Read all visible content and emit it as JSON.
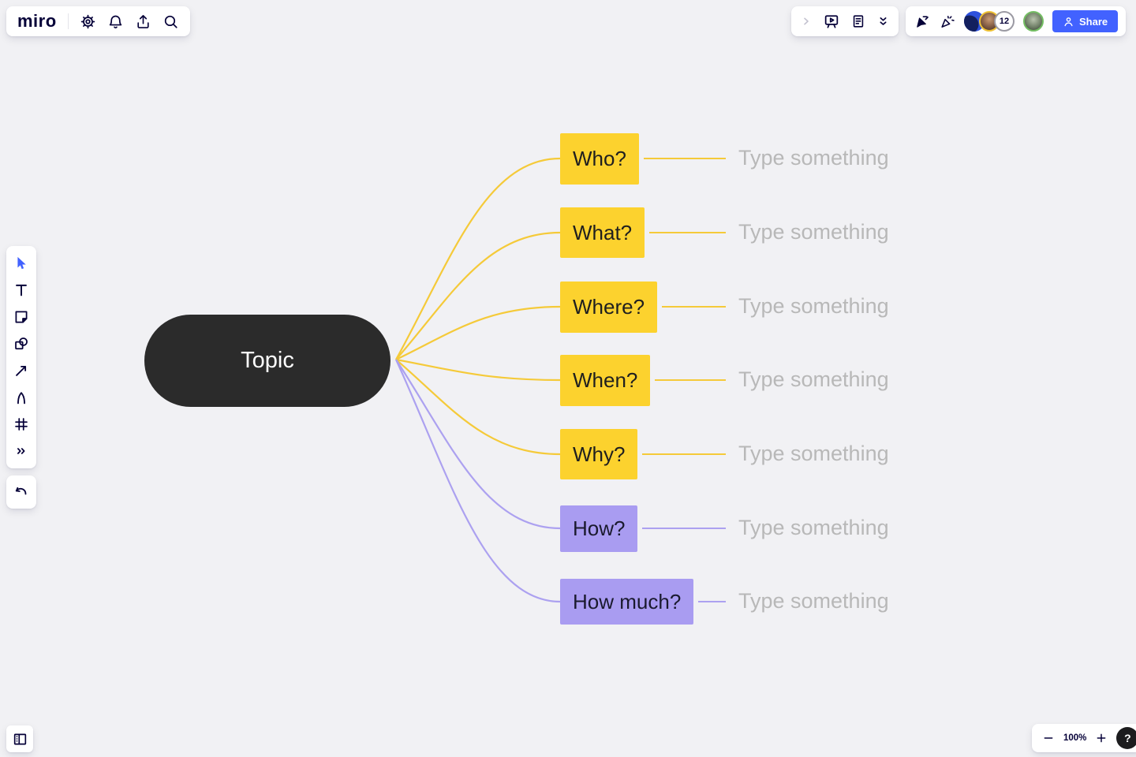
{
  "app": {
    "background": "#F1F1F4",
    "icon_color": "#050038",
    "accent_blue": "#4262FF"
  },
  "topbar_left": {
    "logo": "miro",
    "icons": [
      "settings-gear",
      "notifications-bell",
      "export-upload",
      "search"
    ]
  },
  "topbar_right": {
    "panel_icons": [
      "expand-chevron-right",
      "presentation-mode",
      "notes-document",
      "collapse-double-chevron-down"
    ],
    "collab_icons": [
      "follow-cursor",
      "reactions-confetti"
    ],
    "avatars": [
      {
        "name": "team-logo-avatar",
        "bg": "#2D50DC",
        "shape_color": "#13205F"
      },
      {
        "name": "collaborator-avatar",
        "ring": "#EFC234"
      }
    ],
    "overflow_count": "12",
    "current_user": {
      "name": "current-user-avatar",
      "ring": "#74BE63"
    },
    "share_label": "Share"
  },
  "left_toolbar": {
    "tools": [
      "select-cursor",
      "text",
      "sticky-note",
      "shapes",
      "connection-line",
      "pen",
      "frame",
      "more-tools"
    ],
    "active_tool": "select-cursor",
    "active_color": "#4262FF",
    "undo": "undo"
  },
  "mindmap": {
    "root": {
      "label": "Topic",
      "bg": "#2B2B2B",
      "text_color": "#FFFFFF"
    },
    "placeholder_color": "#B8B8B8",
    "branches": [
      {
        "label": "Who?",
        "placeholder": "Type something",
        "color": "#FCD22E",
        "line_color": "#F5CA39",
        "text_color": "#1F1F1F"
      },
      {
        "label": "What?",
        "placeholder": "Type something",
        "color": "#FCD22E",
        "line_color": "#F5CA39",
        "text_color": "#1F1F1F"
      },
      {
        "label": "Where?",
        "placeholder": "Type something",
        "color": "#FCD22E",
        "line_color": "#F5CA39",
        "text_color": "#1F1F1F"
      },
      {
        "label": "When?",
        "placeholder": "Type something",
        "color": "#FCD22E",
        "line_color": "#F5CA39",
        "text_color": "#1F1F1F"
      },
      {
        "label": "Why?",
        "placeholder": "Type something",
        "color": "#FCD22E",
        "line_color": "#F5CA39",
        "text_color": "#1F1F1F"
      },
      {
        "label": "How?",
        "placeholder": "Type something",
        "color": "#A99CF1",
        "line_color": "#ACA1F0",
        "text_color": "#1A1A2E"
      },
      {
        "label": "How much?",
        "placeholder": "Type something",
        "color": "#A99CF1",
        "line_color": "#ACA1F0",
        "text_color": "#1A1A2E"
      }
    ]
  },
  "bottom_left": {
    "button": "frames-panel"
  },
  "bottom_right": {
    "zoom_out": "zoom-out-minus",
    "zoom_level": "100%",
    "zoom_in": "zoom-in-plus",
    "help_label": "?"
  }
}
